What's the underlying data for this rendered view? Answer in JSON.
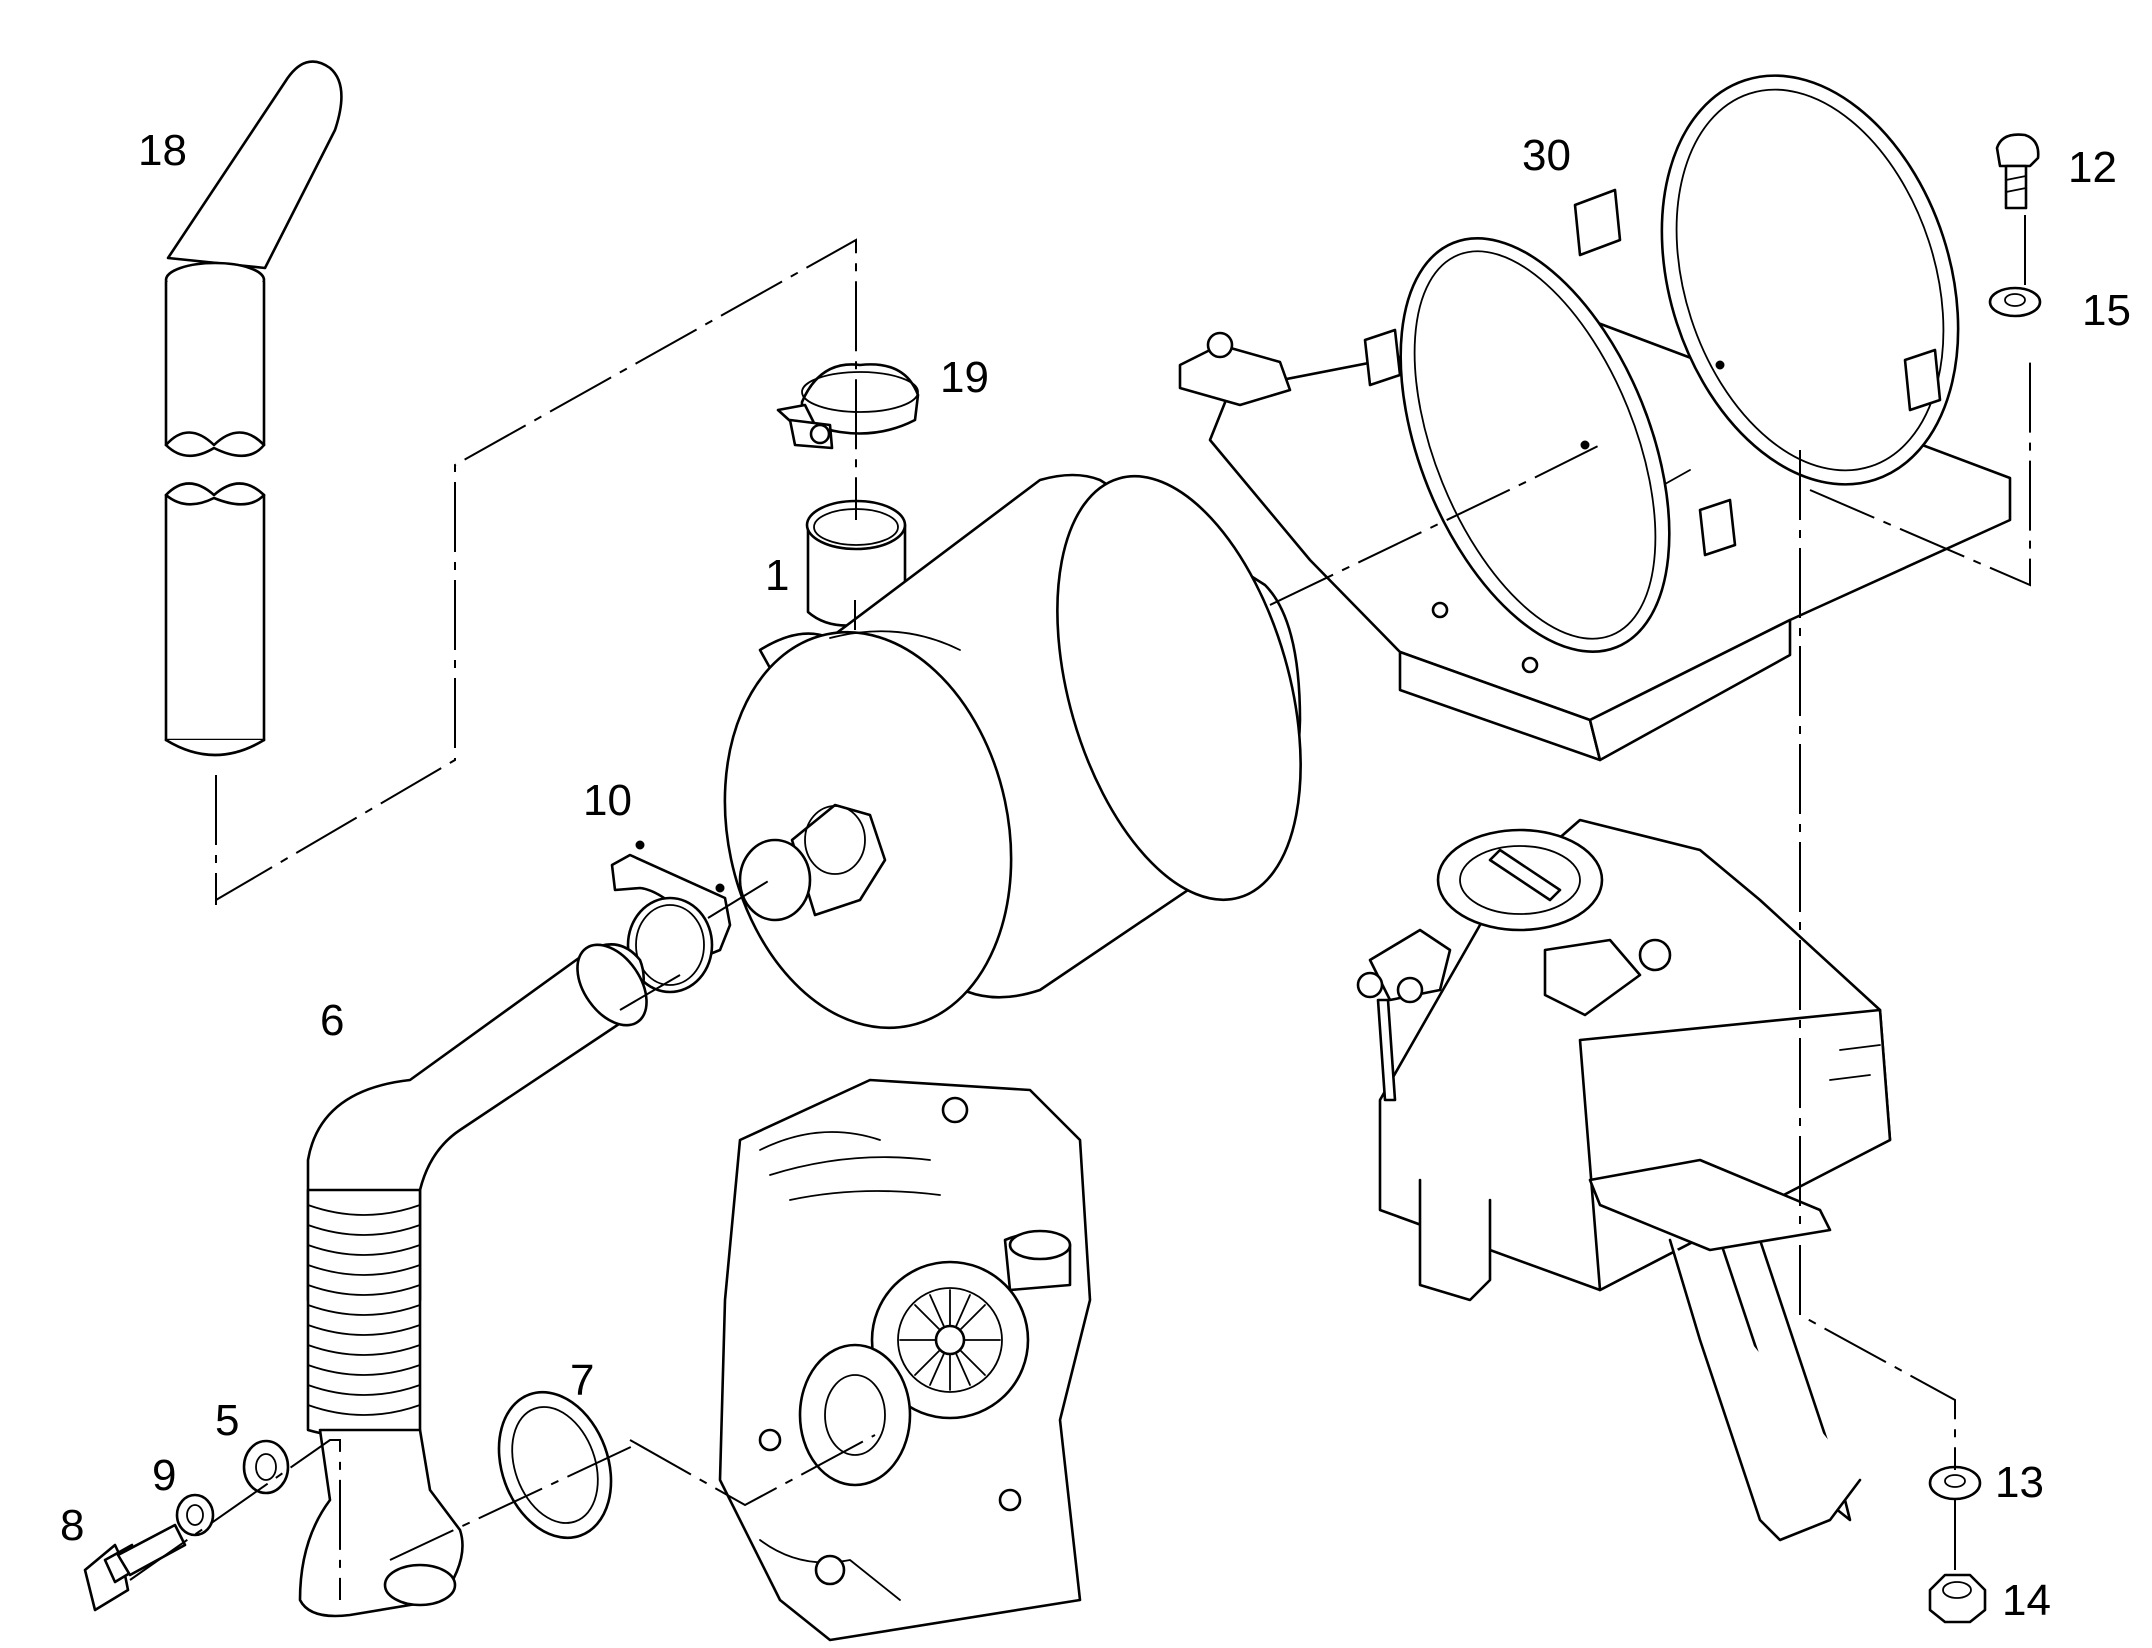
{
  "diagram": {
    "callouts": {
      "n1": "1",
      "n5": "5",
      "n6": "6",
      "n7": "7",
      "n8": "8",
      "n9": "9",
      "n10": "10",
      "n12": "12",
      "n13": "13",
      "n14": "14",
      "n15": "15",
      "n18": "18",
      "n19": "19",
      "n30": "30"
    }
  }
}
